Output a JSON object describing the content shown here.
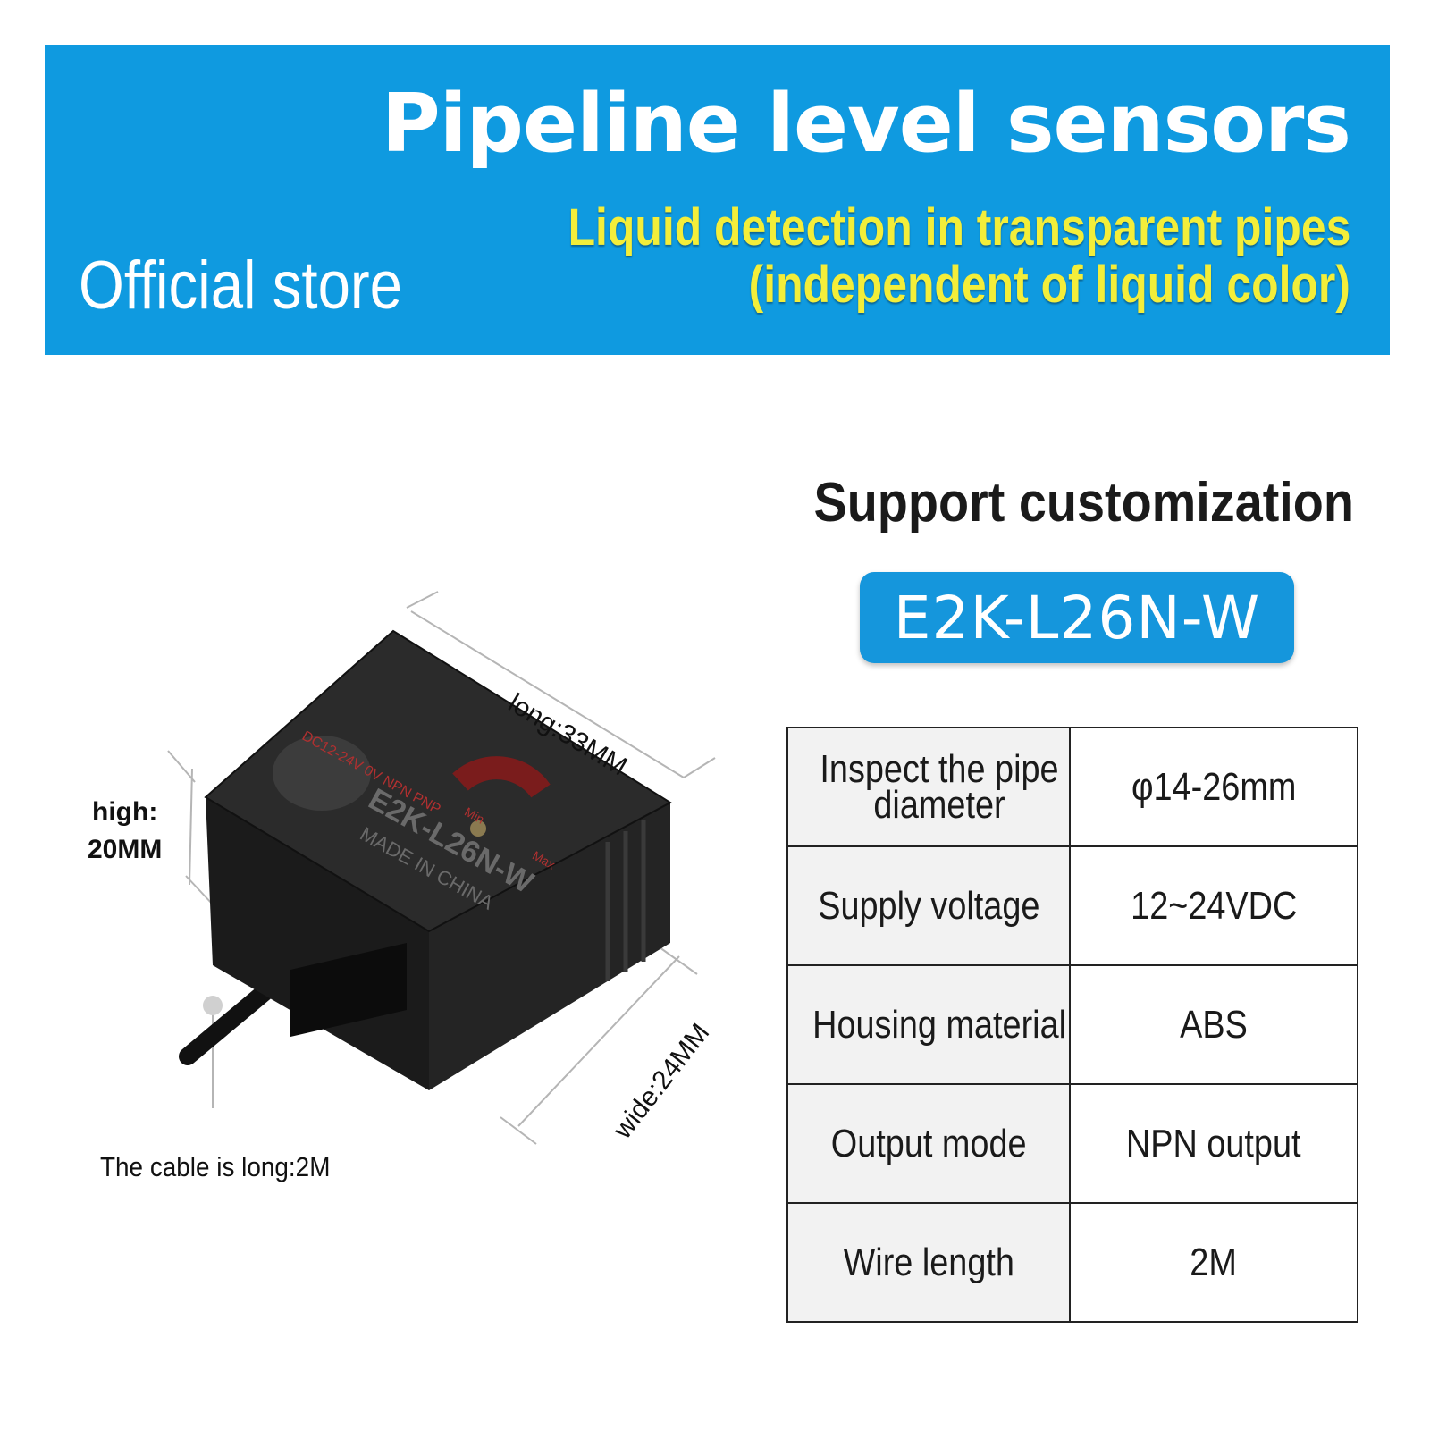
{
  "banner": {
    "title": "Pipeline level sensors",
    "subtitle_line1": "Liquid detection in transparent pipes",
    "subtitle_line2": "(independent of liquid color)",
    "store": "Official store",
    "background_color": "#0f9ae0",
    "subtitle_color": "#f3ee3a"
  },
  "customization": {
    "title": "Support customization",
    "model": "E2K-L26N-W",
    "badge_color": "#1596dc"
  },
  "specs": [
    {
      "label": "Inspect the pipe diameter",
      "value": "φ14-26mm"
    },
    {
      "label": "Supply voltage",
      "value": "12~24VDC"
    },
    {
      "label": "Housing material",
      "value": "ABS"
    },
    {
      "label": "Output mode",
      "value": "NPN output"
    },
    {
      "label": "Wire length",
      "value": "2M"
    }
  ],
  "product": {
    "dimensions": {
      "high_label": "high:",
      "high_value": "20MM",
      "long": "long:33MM",
      "wide": "wide:24MM",
      "cable": "The cable is long:2M"
    },
    "device_text": {
      "model": "E2K-L26N-W",
      "made_in": "MADE IN CHINA",
      "min": "Min",
      "max": "Max",
      "wiring": "DC12-24V  0V  NPN  PNP"
    }
  }
}
